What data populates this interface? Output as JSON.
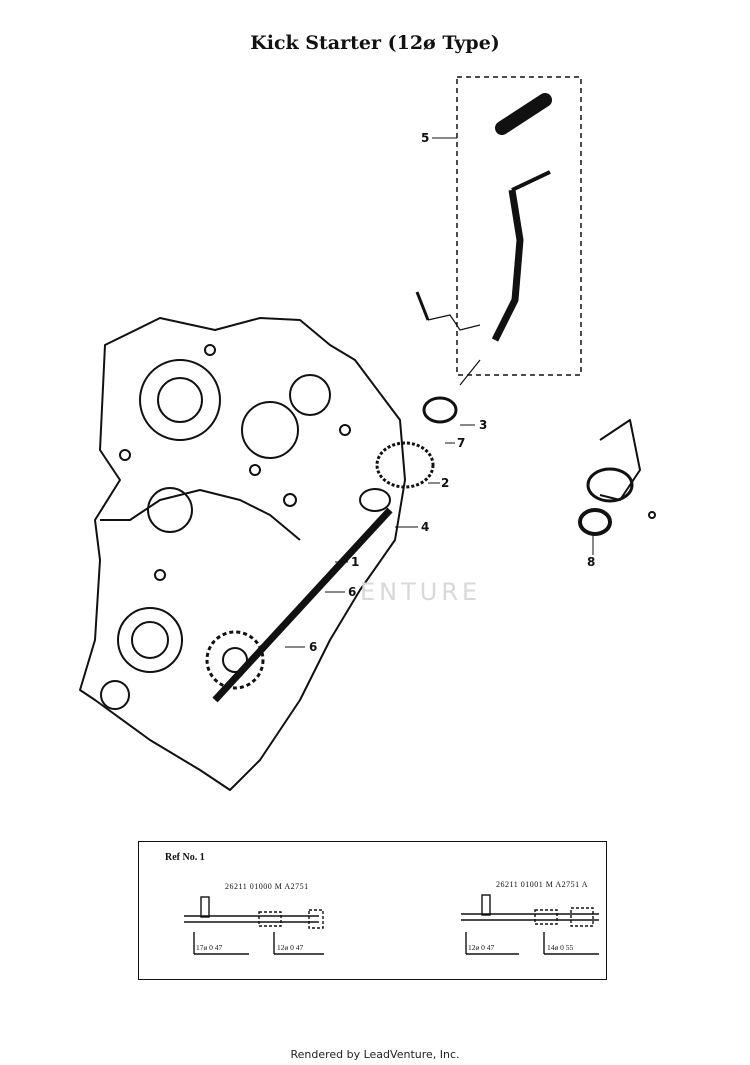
{
  "title": "Kick Starter (12ø Type)",
  "callouts": {
    "c1": "1",
    "c2": "2",
    "c3": "3",
    "c4": "4",
    "c5": "5",
    "c6a": "6",
    "c6b": "6",
    "c7": "7",
    "c8": "8"
  },
  "watermark": "ENTURE",
  "reference": {
    "title": "Ref  No. 1",
    "parts": [
      {
        "number": "26211 01000 M A2751",
        "dims": [
          "17ø 0 47",
          "12ø 0 47"
        ]
      },
      {
        "number": "26211 01001 M A2751 A",
        "dims": [
          "12ø 0 47",
          "14ø 0 55"
        ]
      }
    ]
  },
  "footer": "Rendered by LeadVenture, Inc."
}
